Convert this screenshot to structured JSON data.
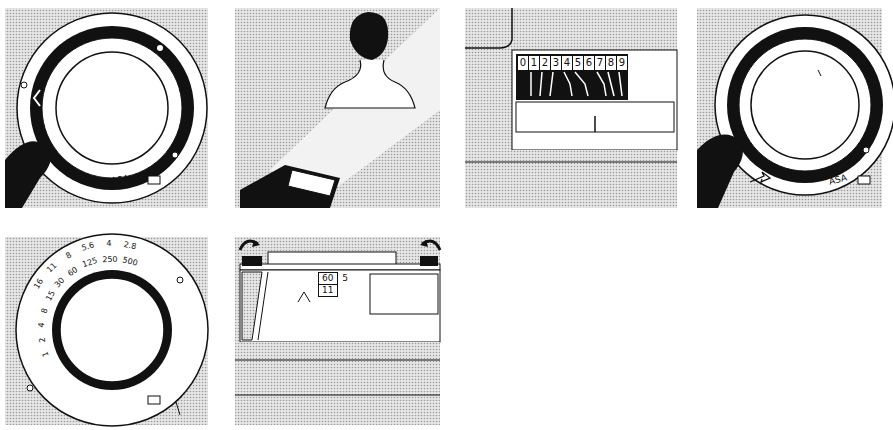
{
  "diagram": {
    "nodes": [
      {
        "text": [
          "60"
        ]
      },
      {
        "text": [
          "11"
        ]
      }
    ],
    "labels": [
      "ASA",
      "0",
      "1",
      "2",
      "3",
      "4",
      "5",
      "6",
      "7",
      "8",
      "9",
      "ASA",
      "16",
      "11",
      "8",
      "5.6",
      "4",
      "2.8",
      "1",
      "2",
      "4",
      "8",
      "15",
      "30",
      "60",
      "125",
      "250",
      "500",
      "5"
    ]
  }
}
